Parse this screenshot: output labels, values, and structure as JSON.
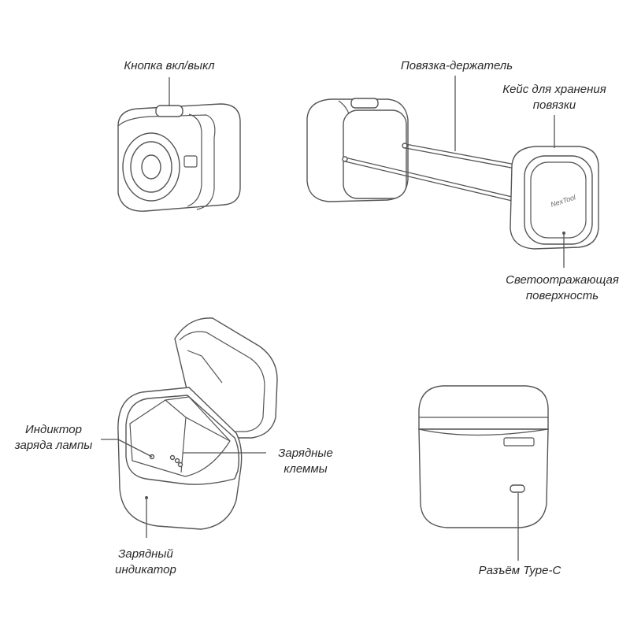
{
  "labels": {
    "power_button": "Кнопка вкл/выкл",
    "headband": "Повязка-держатель",
    "storage_case_line1": "Кейс для хранения",
    "storage_case_line2": "повязки",
    "reflective_line1": "Светоотражающая",
    "reflective_line2": "поверхность",
    "lamp_indicator_line1": "Индиктор",
    "lamp_indicator_line2": "заряда лампы",
    "terminals_line1": "Зарядные",
    "terminals_line2": "клеммы",
    "charge_indicator_line1": "Зарядный",
    "charge_indicator_line2": "индикатор",
    "type_c": "Разъём Type-C"
  },
  "brand": "NexTool"
}
